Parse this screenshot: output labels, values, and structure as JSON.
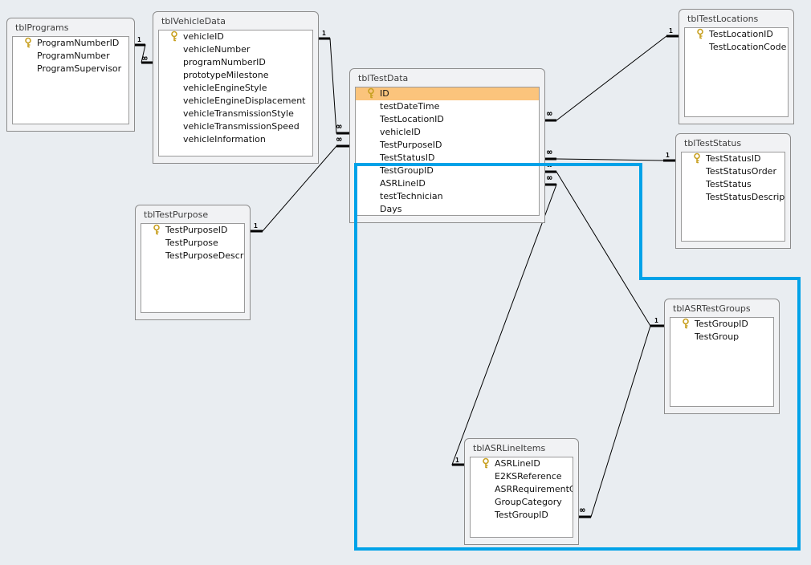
{
  "colors": {
    "canvas": "#e9edf1",
    "selection": "#fbc47c",
    "highlight": "#00a2e8",
    "key": "#c8a020"
  },
  "symbols": {
    "one": "1",
    "many": "∞"
  },
  "tables": {
    "programs": {
      "title": "tblPrograms",
      "fields": [
        "ProgramNumberID",
        "ProgramNumber",
        "ProgramSupervisor"
      ],
      "primary_key": "ProgramNumberID"
    },
    "vehicle": {
      "title": "tblVehicleData",
      "fields": [
        "vehicleID",
        "vehicleNumber",
        "programNumberID",
        "prototypeMilestone",
        "vehicleEngineStyle",
        "vehicleEngineDisplacement",
        "vehicleTransmissionStyle",
        "vehicleTransmissionSpeed",
        "vehicleInformation"
      ],
      "primary_key": "vehicleID"
    },
    "testdata": {
      "title": "tblTestData",
      "fields": [
        "ID",
        "testDateTime",
        "TestLocationID",
        "vehicleID",
        "TestPurposeID",
        "TestStatusID",
        "TestGroupID",
        "ASRLineID",
        "testTechnician",
        "Days"
      ],
      "primary_key": "ID",
      "selected_field": "ID"
    },
    "locations": {
      "title": "tblTestLocations",
      "fields": [
        "TestLocationID",
        "TestLocationCode"
      ],
      "primary_key": "TestLocationID"
    },
    "status": {
      "title": "tblTestStatus",
      "fields": [
        "TestStatusID",
        "TestStatusOrder",
        "TestStatus",
        "TestStatusDescripti"
      ],
      "primary_key": "TestStatusID"
    },
    "purpose": {
      "title": "tblTestPurpose",
      "fields": [
        "TestPurposeID",
        "TestPurpose",
        "TestPurposeDescrip"
      ],
      "primary_key": "TestPurposeID"
    },
    "groups": {
      "title": "tblASRTestGroups",
      "fields": [
        "TestGroupID",
        "TestGroup"
      ],
      "primary_key": "TestGroupID"
    },
    "lineitems": {
      "title": "tblASRLineItems",
      "fields": [
        "ASRLineID",
        "E2KSReference",
        "ASRRequirementCa",
        "GroupCategory",
        "TestGroupID"
      ],
      "primary_key": "ASRLineID"
    }
  },
  "relationships": [
    {
      "one_table": "tblPrograms",
      "one_field": "ProgramNumberID",
      "many_table": "tblVehicleData",
      "many_field": "programNumberID"
    },
    {
      "one_table": "tblVehicleData",
      "one_field": "vehicleID",
      "many_table": "tblTestData",
      "many_field": "vehicleID"
    },
    {
      "one_table": "tblTestPurpose",
      "one_field": "TestPurposeID",
      "many_table": "tblTestData",
      "many_field": "TestPurposeID"
    },
    {
      "one_table": "tblTestLocations",
      "one_field": "TestLocationID",
      "many_table": "tblTestData",
      "many_field": "TestLocationID"
    },
    {
      "one_table": "tblTestStatus",
      "one_field": "TestStatusID",
      "many_table": "tblTestData",
      "many_field": "TestStatusID"
    },
    {
      "one_table": "tblASRTestGroups",
      "one_field": "TestGroupID",
      "many_table": "tblTestData",
      "many_field": "TestGroupID"
    },
    {
      "one_table": "tblASRLineItems",
      "one_field": "ASRLineID",
      "many_table": "tblTestData",
      "many_field": "ASRLineID"
    },
    {
      "one_table": "tblASRTestGroups",
      "one_field": "TestGroupID",
      "many_table": "tblASRLineItems",
      "many_field": "TestGroupID"
    }
  ]
}
